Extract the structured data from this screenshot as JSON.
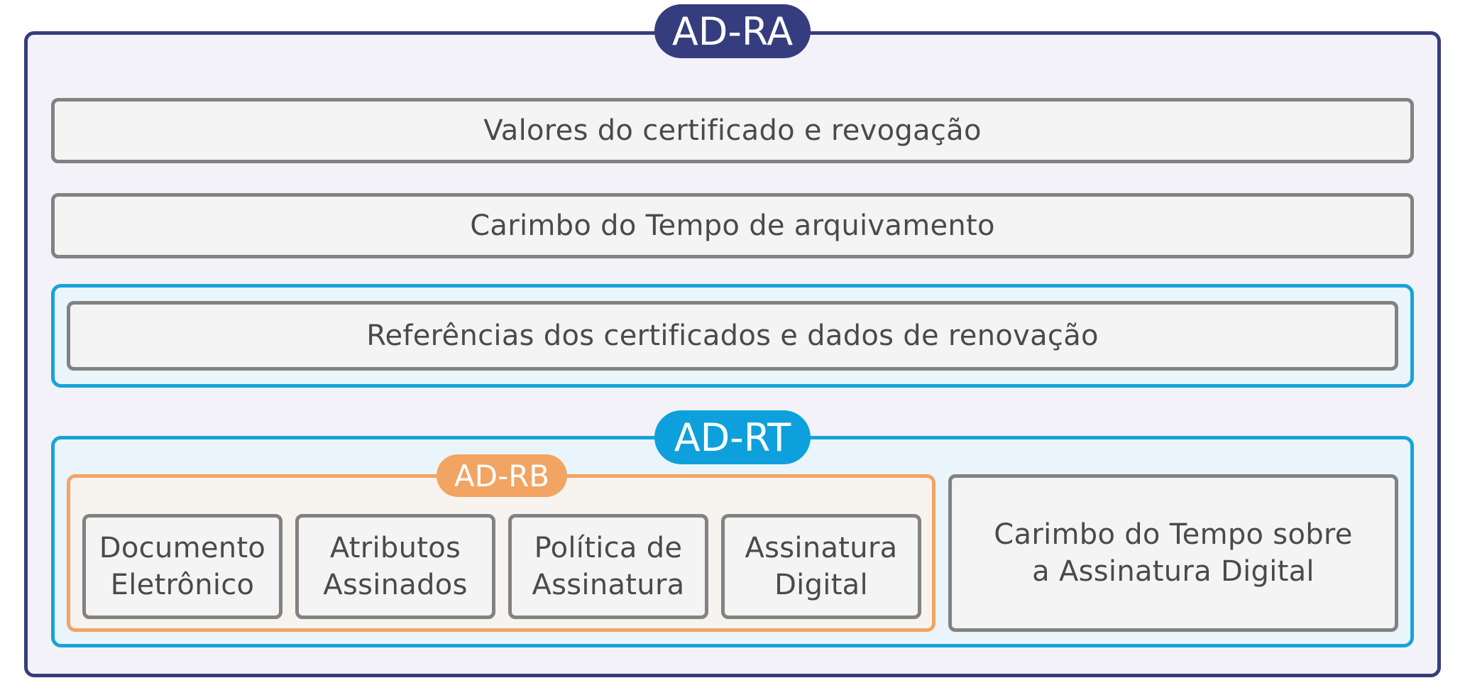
{
  "labels": {
    "ad_ra": "AD-RA",
    "ad_rt": "AD-RT",
    "ad_rb": "AD-RB"
  },
  "boxes": {
    "certificate_values": "Valores do certificado e revogação",
    "archive_timestamp": "Carimbo do Tempo de arquivamento",
    "certificate_references": "Referências dos certificados e dados de renovação",
    "signature_timestamp": "Carimbo do Tempo sobre\na Assinatura Digital"
  },
  "rb_items": [
    "Documento\nEletrônico",
    "Atributos\nAssinados",
    "Política de\nAssinatura",
    "Assinatura\nDigital"
  ],
  "colors": {
    "ad_ra": "#353d7e",
    "ad_rt": "#0ea0dc",
    "ad_rb": "#f2a462",
    "box_border": "#828282"
  }
}
